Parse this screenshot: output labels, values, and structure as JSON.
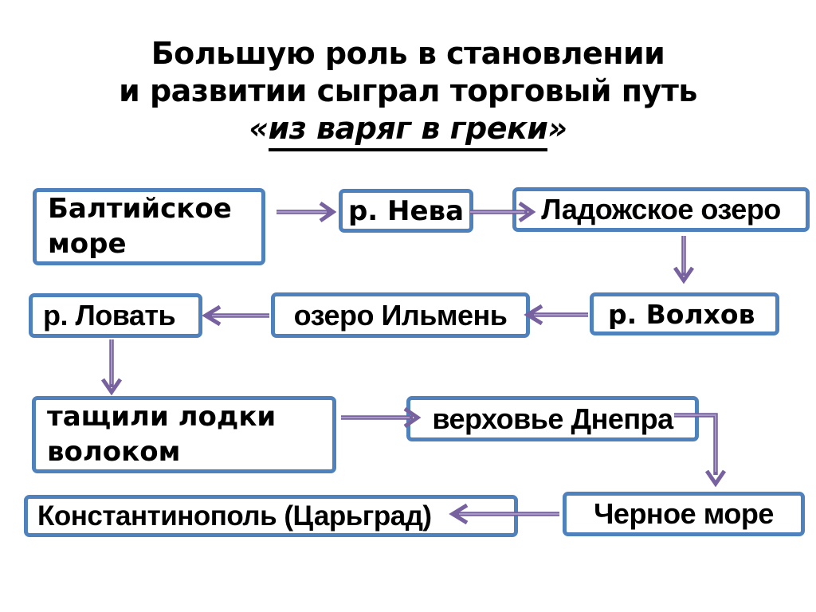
{
  "slide": {
    "title": {
      "line1": "Большую роль в становлении",
      "line2": "и развитии сыграл торговый путь",
      "quote_open": "«",
      "emphasis": "из варяг в греки",
      "quote_close": "»"
    },
    "nodes": {
      "baltic": "Балтийское море",
      "neva": "р. Нева",
      "ladoga": "Ладожское озеро",
      "lovat": "р. Ловать",
      "ilmen": "озеро Ильмень",
      "volkhov": "р. Волхов",
      "portage": "тащили лодки волоком",
      "dnieper": "верховье Днепра",
      "constantinople": "Константинополь (Царьград)",
      "blacksea": "Черное море"
    },
    "edges": [
      [
        "baltic",
        "neva"
      ],
      [
        "neva",
        "ladoga"
      ],
      [
        "ladoga",
        "volkhov"
      ],
      [
        "volkhov",
        "ilmen"
      ],
      [
        "ilmen",
        "lovat"
      ],
      [
        "lovat",
        "portage"
      ],
      [
        "portage",
        "dnieper"
      ],
      [
        "dnieper",
        "blacksea"
      ],
      [
        "blacksea",
        "constantinople"
      ]
    ],
    "colors": {
      "box_border": "#4F81BD",
      "arrow": "#77619F",
      "arrow_core": "#A898C6",
      "text": "#000000",
      "background": "#FFFFFF"
    }
  }
}
